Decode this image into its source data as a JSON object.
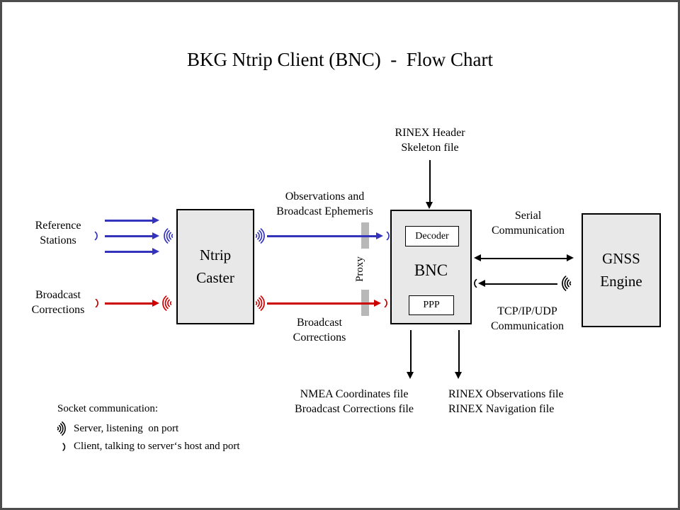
{
  "title": "BKG Ntrip Client (BNC)  -  Flow Chart",
  "colors": {
    "blue": "#3333bb",
    "red": "#cc0000",
    "box_fill": "#e8e8e8",
    "proxy_bar": "#b8b8b8",
    "slide_border": "#4d4d4d"
  },
  "nodes": {
    "ntrip_caster": {
      "label": "Ntrip\nCaster"
    },
    "bnc": {
      "label": "BNC",
      "decoder": "Decoder",
      "ppp": "PPP"
    },
    "gnss_engine": {
      "label": "GNSS\nEngine"
    }
  },
  "labels": {
    "reference_stations": "Reference\nStations",
    "broadcast_corrections_input": "Broadcast\nCorrections",
    "observations_ephemeris": "Observations and\nBroadcast Ephemeris",
    "broadcast_corrections_stream": "Broadcast\nCorrections",
    "rinex_header_skeleton": "RINEX Header\nSkeleton file",
    "serial_communication": "Serial\nCommunication",
    "tcpip_udp_communication": "TCP/IP/UDP\nCommunication",
    "proxy": "Proxy",
    "nmea_output": "NMEA Coordinates file\nBroadcast Corrections file",
    "rinex_output": "RINEX Observations file\nRINEX Navigation file"
  },
  "legend": {
    "title": "Socket communication:",
    "server": "Server, listening  on port",
    "client": "Client, talking to server‘s host and port"
  }
}
